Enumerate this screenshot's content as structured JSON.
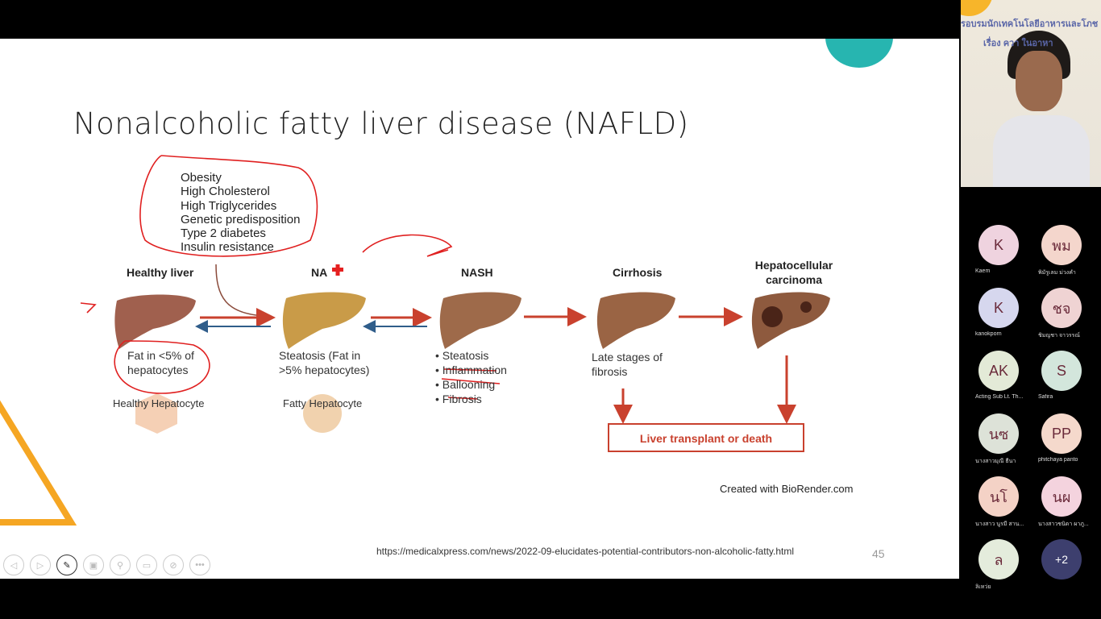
{
  "slide": {
    "title": "Nonalcoholic fatty liver disease (NAFLD)",
    "risk_factors": [
      "Obesity",
      "High Cholesterol",
      "High Triglycerides",
      "Genetic predisposition",
      "Type 2 diabetes",
      "Insulin resistance"
    ],
    "stages": {
      "healthy": {
        "label": "Healthy liver",
        "desc": "Fat in <5% of hepatocytes",
        "cell": "Healthy Hepatocyte"
      },
      "nafld": {
        "label": "NA",
        "desc": "Steatosis (Fat in >5% hepatocytes)",
        "cell": "Fatty Hepatocyte"
      },
      "nash": {
        "label": "NASH",
        "bullets": [
          "• Steatosis",
          "• Inflammation",
          "• Ballooning",
          "• Fibrosis"
        ]
      },
      "cirrhosis": {
        "label": "Cirrhosis",
        "desc": "Late stages of fibrosis"
      },
      "hcc": {
        "label": "Hepatocellular carcinoma"
      }
    },
    "outcome": "Liver transplant or death",
    "credit": "Created with BioRender.com",
    "source_url": "https://medicalxpress.com/news/2022-09-elucidates-potential-contributors-non-alcoholic-fatty.html",
    "page_number": "45",
    "toolbar": [
      "previous",
      "next",
      "pen",
      "slides",
      "zoom",
      "subtitles",
      "video-off",
      "more"
    ]
  },
  "speaker": {
    "banner_line1": "รอบรมนักเทคโนโลยีอาหารและโภช",
    "banner_line2": "เรื่อง ควา        ในอาหา"
  },
  "participants": [
    {
      "initials": "K",
      "name": "Kaem",
      "color": "#efd3df"
    },
    {
      "initials": "พม",
      "name": "พิมัรูเลม ม่วงคำ",
      "color": "#f4d6cc"
    },
    {
      "initials": "K",
      "name": "kanokporn",
      "color": "#d6d7ee"
    },
    {
      "initials": "ชจ",
      "name": "ชิมญชา จาวรรณ์",
      "color": "#efd3d3"
    },
    {
      "initials": "AK",
      "name": "Acting Sub Lt. Th...",
      "color": "#e3ead7"
    },
    {
      "initials": "S",
      "name": "Safira",
      "color": "#d3e6dc"
    },
    {
      "initials": "นซ",
      "name": "นางสาวมุณี ธีนา",
      "color": "#dde2d8"
    },
    {
      "initials": "PP",
      "name": "phitchaya panto",
      "color": "#f5d9cc"
    },
    {
      "initials": "นโ",
      "name": "นางสาว นูรมี สาน...",
      "color": "#f4d2c6"
    },
    {
      "initials": "นผ",
      "name": "นางสาวชนิดา ผาภู...",
      "color": "#f4d3de"
    },
    {
      "initials": "ล",
      "name": "ลิเหว่ย",
      "color": "#e4ecdc"
    },
    {
      "initials": "+2",
      "name": "",
      "color": "#3d3f6e"
    }
  ]
}
